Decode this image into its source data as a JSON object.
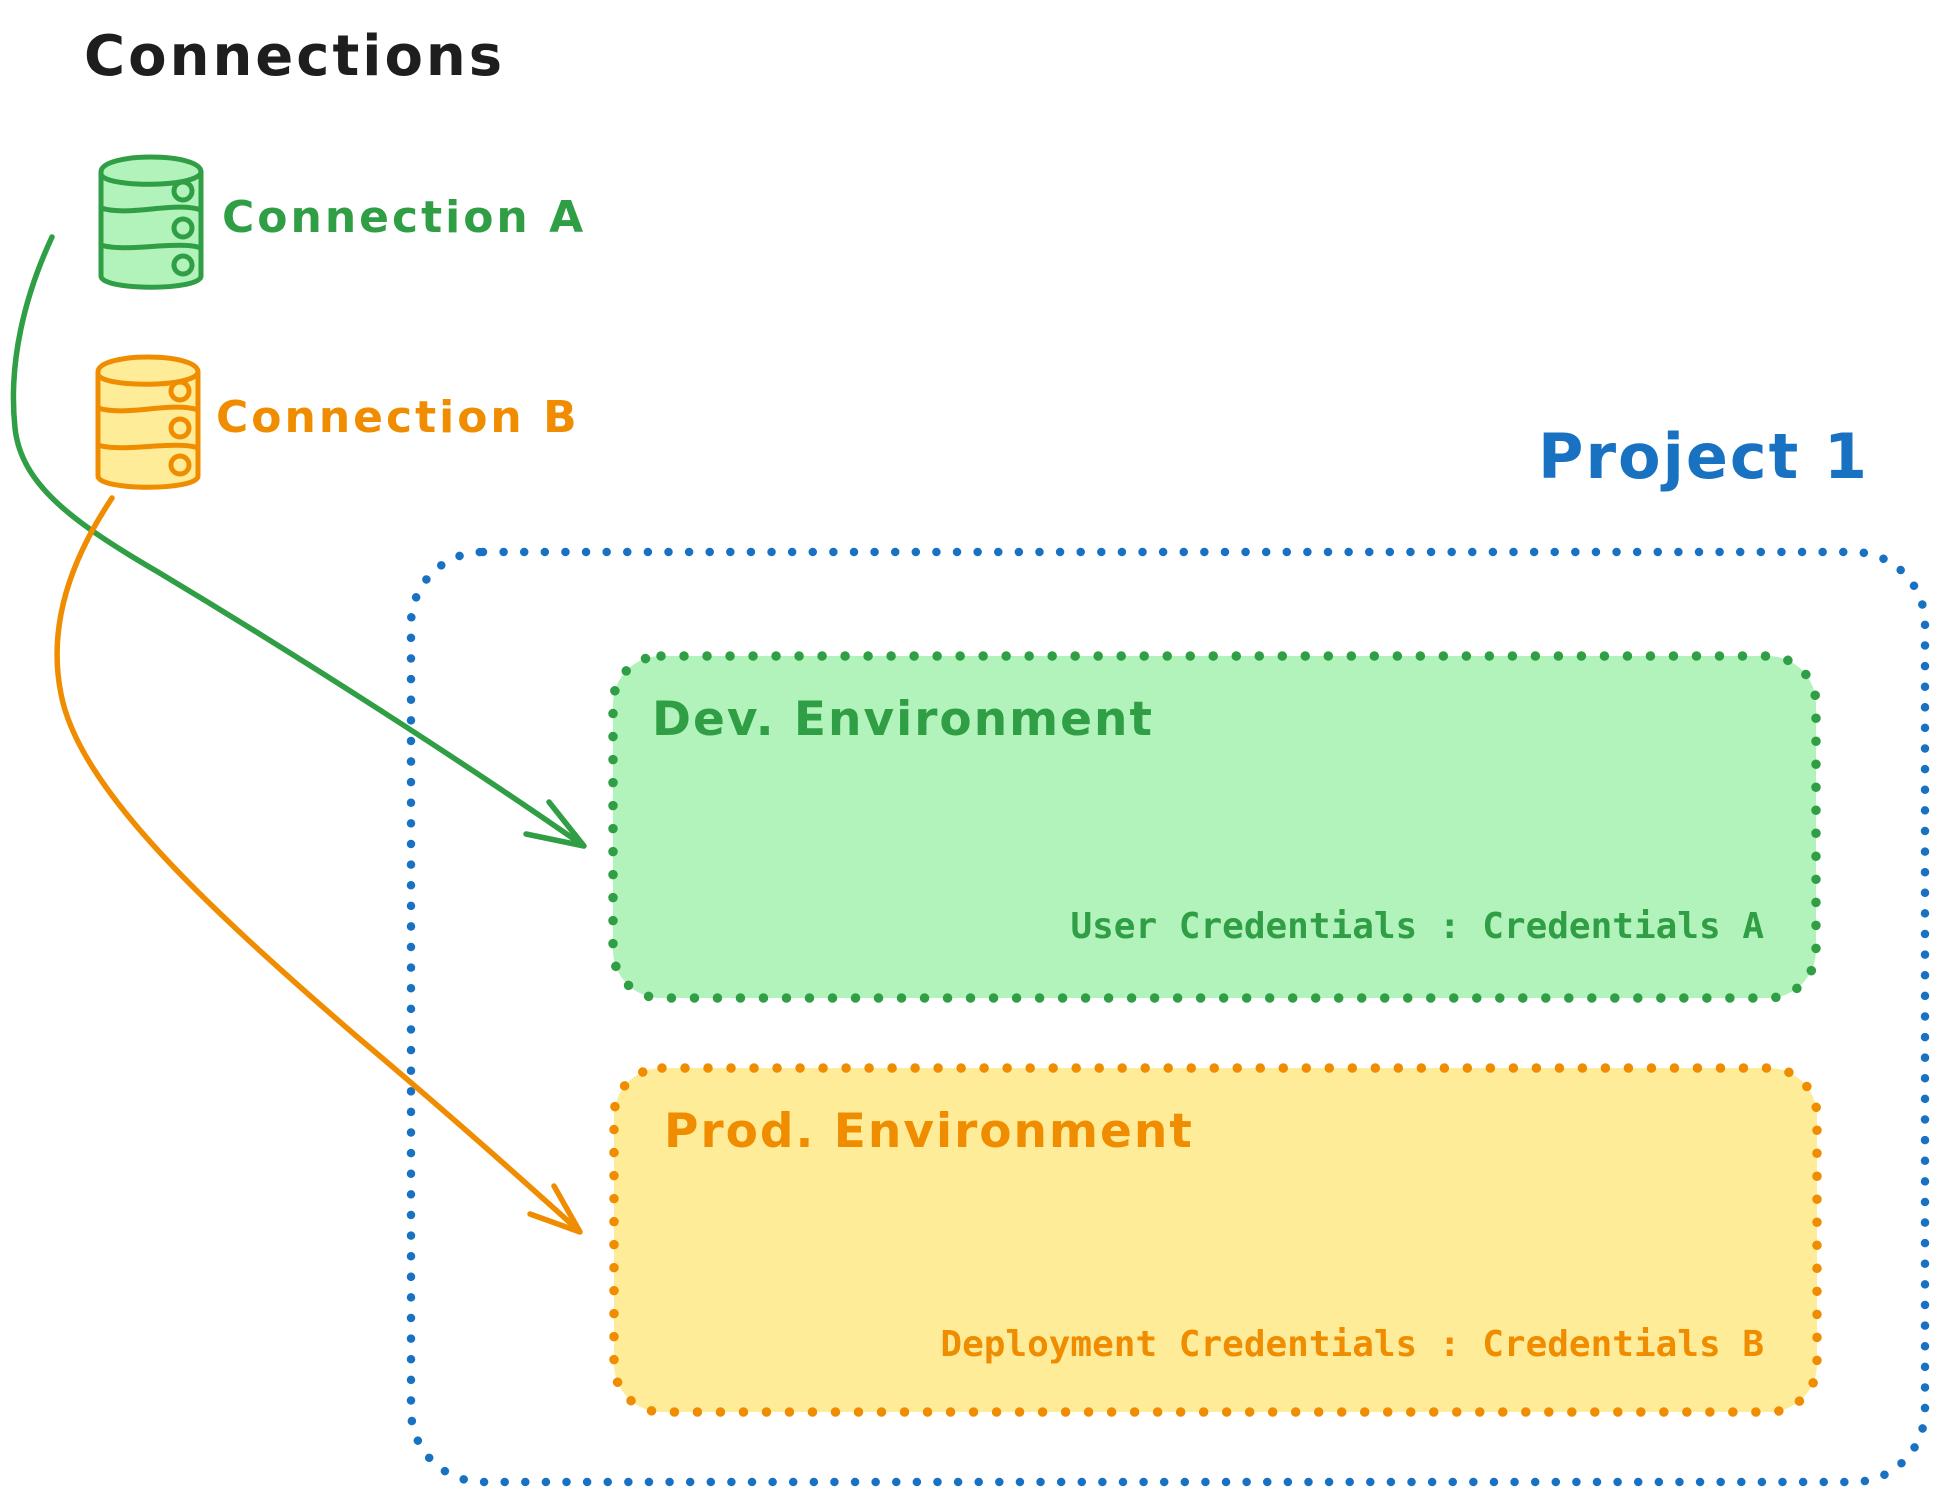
{
  "title": "Connections",
  "colors": {
    "ink": "#1e1e1e",
    "green": "#2f9e44",
    "green_fill": "#b2f2bb",
    "orange": "#f08c00",
    "orange_fill": "#ffec99",
    "blue": "#1971c2"
  },
  "connections": [
    {
      "label": "Connection A",
      "icon": "database-icon",
      "color": "#2f9e44",
      "fill": "#b2f2bb"
    },
    {
      "label": "Connection B",
      "icon": "database-icon",
      "color": "#f08c00",
      "fill": "#ffec99"
    }
  ],
  "project": {
    "label": "Project 1",
    "color": "#1971c2",
    "environments": [
      {
        "name": "Dev. Environment",
        "credentials": "User Credentials : Credentials A",
        "color": "#2f9e44",
        "fill": "#b2f2bb"
      },
      {
        "name": "Prod. Environment",
        "credentials": "Deployment Credentials : Credentials B",
        "color": "#f08c00",
        "fill": "#ffec99"
      }
    ]
  },
  "arrows": [
    {
      "name": "connection-a-to-dev-environment",
      "color": "#2f9e44"
    },
    {
      "name": "connection-b-to-prod-environment",
      "color": "#f08c00"
    }
  ]
}
